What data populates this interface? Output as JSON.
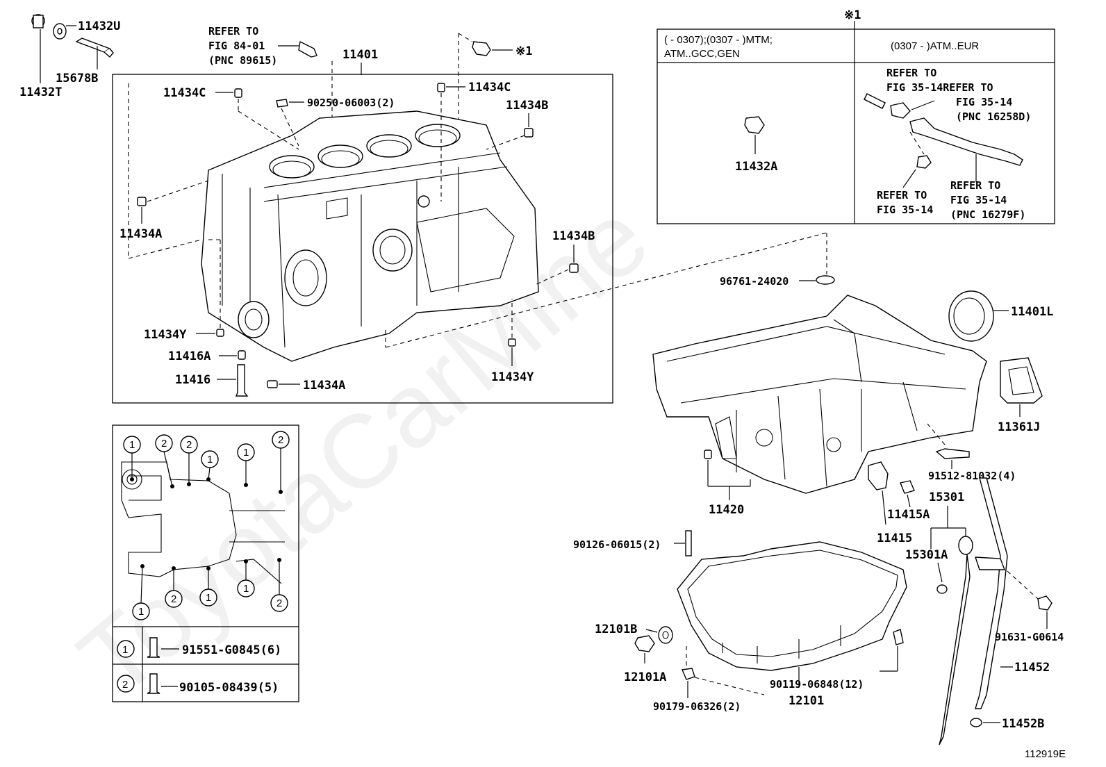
{
  "watermark": "ToyotaCarMine",
  "figure_id": "112919E",
  "note_box": {
    "marker": "※1",
    "col_left_header": "(       - 0307);(0307 -          )MTM;",
    "col_left_header_line2": "ATM..GCC,GEN",
    "col_right_header": "(0307 -        )ATM..EUR",
    "left_part": "11432A",
    "refs": [
      "REFER TO",
      "FIG 35-14REFER TO",
      "FIG 35-14",
      "(PNC 16258D)",
      "REFER TO",
      "FIG 35-14",
      "REFER TO",
      "FIG 35-14",
      "(PNC 16279F)"
    ]
  },
  "refer_top": [
    "REFER TO",
    "FIG 84-01",
    "(PNC 89615)"
  ],
  "labels": {
    "p11432U": "11432U",
    "p15678B": "15678B",
    "p11432T": "11432T",
    "p11401": "11401",
    "mark1": "※1",
    "p11434C_a": "11434C",
    "p90250": "90250-06003(2)",
    "p11434C_b": "11434C",
    "p11434B_a": "11434B",
    "p11434A_a": "11434A",
    "p11434B_b": "11434B",
    "p11434Y_a": "11434Y",
    "p11416A": "11416A",
    "p11416": "11416",
    "p11434A_b": "11434A",
    "p11434Y_b": "11434Y",
    "p96761": "96761-24020",
    "p11401L": "11401L",
    "p11361J": "11361J",
    "p91512": "91512-81032(4)",
    "p11420": "11420",
    "p11415A": "11415A",
    "p11415": "11415",
    "p15301": "15301",
    "p15301A": "15301A",
    "p90126": "90126-06015(2)",
    "p12101B": "12101B",
    "p12101A": "12101A",
    "p90119": "90119-06848(12)",
    "p91631": "91631-G0614",
    "p11452": "11452",
    "p90179": "90179-06326(2)",
    "p12101": "12101",
    "p11452B": "11452B"
  },
  "legend": [
    {
      "num": "1",
      "part": "91551-G0845(6)"
    },
    {
      "num": "2",
      "part": "90105-08439(5)"
    }
  ],
  "bolt_pattern_numbers": [
    "1",
    "2",
    "2",
    "1",
    "1",
    "2",
    "1",
    "2",
    "1",
    "1",
    "2"
  ]
}
